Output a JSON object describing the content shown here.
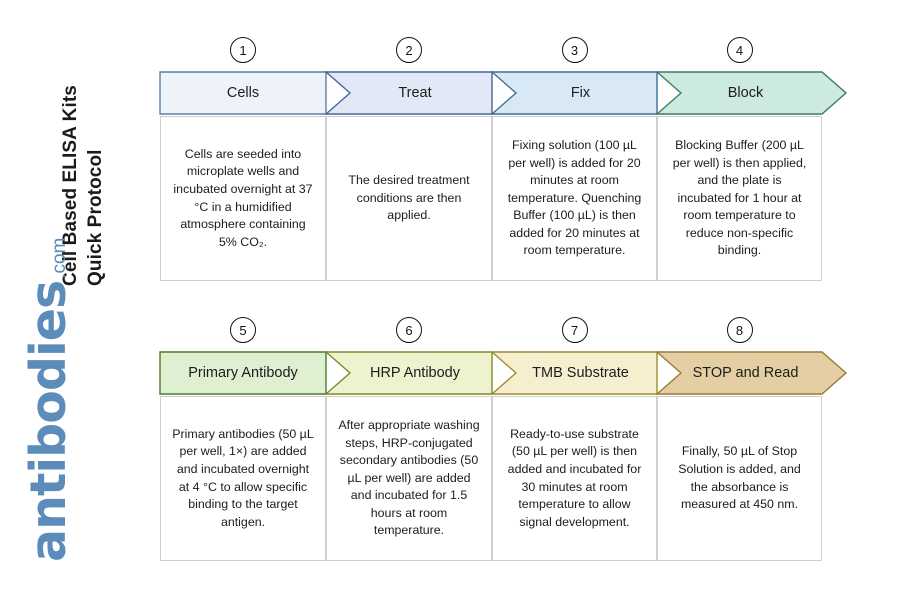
{
  "title": {
    "line1": "Cell Based ELISA Kits",
    "line2": "Quick Protocol"
  },
  "logo": {
    "word": "antibodies",
    "suffix": ".com",
    "color": "#5b8cba"
  },
  "diagram": {
    "type": "process-flow",
    "rows": 2,
    "steps_per_row": 4,
    "palette": {
      "step1_fill": "#eef3fa",
      "step1_border": "#5b7fa8",
      "step2_fill": "#e3e8f7",
      "step2_border": "#44679c",
      "step3_fill": "#d9e8f5",
      "step3_border": "#3a6f96",
      "step4_fill": "#cdeade",
      "step4_border": "#3f7a6b",
      "step5_fill": "#dff0d2",
      "step5_border": "#4a7a28",
      "step6_fill": "#eef2cf",
      "step6_border": "#7d8a2a",
      "step7_fill": "#f5efd0",
      "step7_border": "#a08a2c",
      "step8_fill": "#e3cfa3",
      "step8_border": "#9a7a35",
      "body_border": "#cfcfcf",
      "badge_border": "#141414"
    },
    "steps": [
      {
        "number": "1",
        "label": "Cells",
        "body": "Cells are seeded into microplate wells and incubated overnight at 37 °C in a humidified atmosphere containing 5% CO₂."
      },
      {
        "number": "2",
        "label": "Treat",
        "body": "The desired treatment conditions are then applied."
      },
      {
        "number": "3",
        "label": "Fix",
        "body": "Fixing solution (100 µL per well) is added for 20 minutes at room temperature. Quenching Buffer (100 µL) is then added for 20 minutes at room temperature."
      },
      {
        "number": "4",
        "label": "Block",
        "body": "Blocking Buffer (200 µL per well) is then applied, and the plate is incubated for 1 hour at room temperature to reduce non-specific binding."
      },
      {
        "number": "5",
        "label": "Primary Antibody",
        "body": "Primary antibodies (50 µL per well, 1×) are added and incubated overnight at 4 °C to allow specific binding to the target antigen."
      },
      {
        "number": "6",
        "label": "HRP Antibody",
        "body": "After appropriate washing steps, HRP-conjugated secondary antibodies (50 µL per well) are added and incubated for 1.5 hours at room temperature."
      },
      {
        "number": "7",
        "label": "TMB Substrate",
        "body": "Ready-to-use substrate (50 µL per well) is then added and incubated for 30 minutes at room temperature to allow signal development."
      },
      {
        "number": "8",
        "label": "STOP and Read",
        "body": "Finally, 50 µL of Stop Solution is added, and the absorbance is measured at 450 nm."
      }
    ]
  }
}
